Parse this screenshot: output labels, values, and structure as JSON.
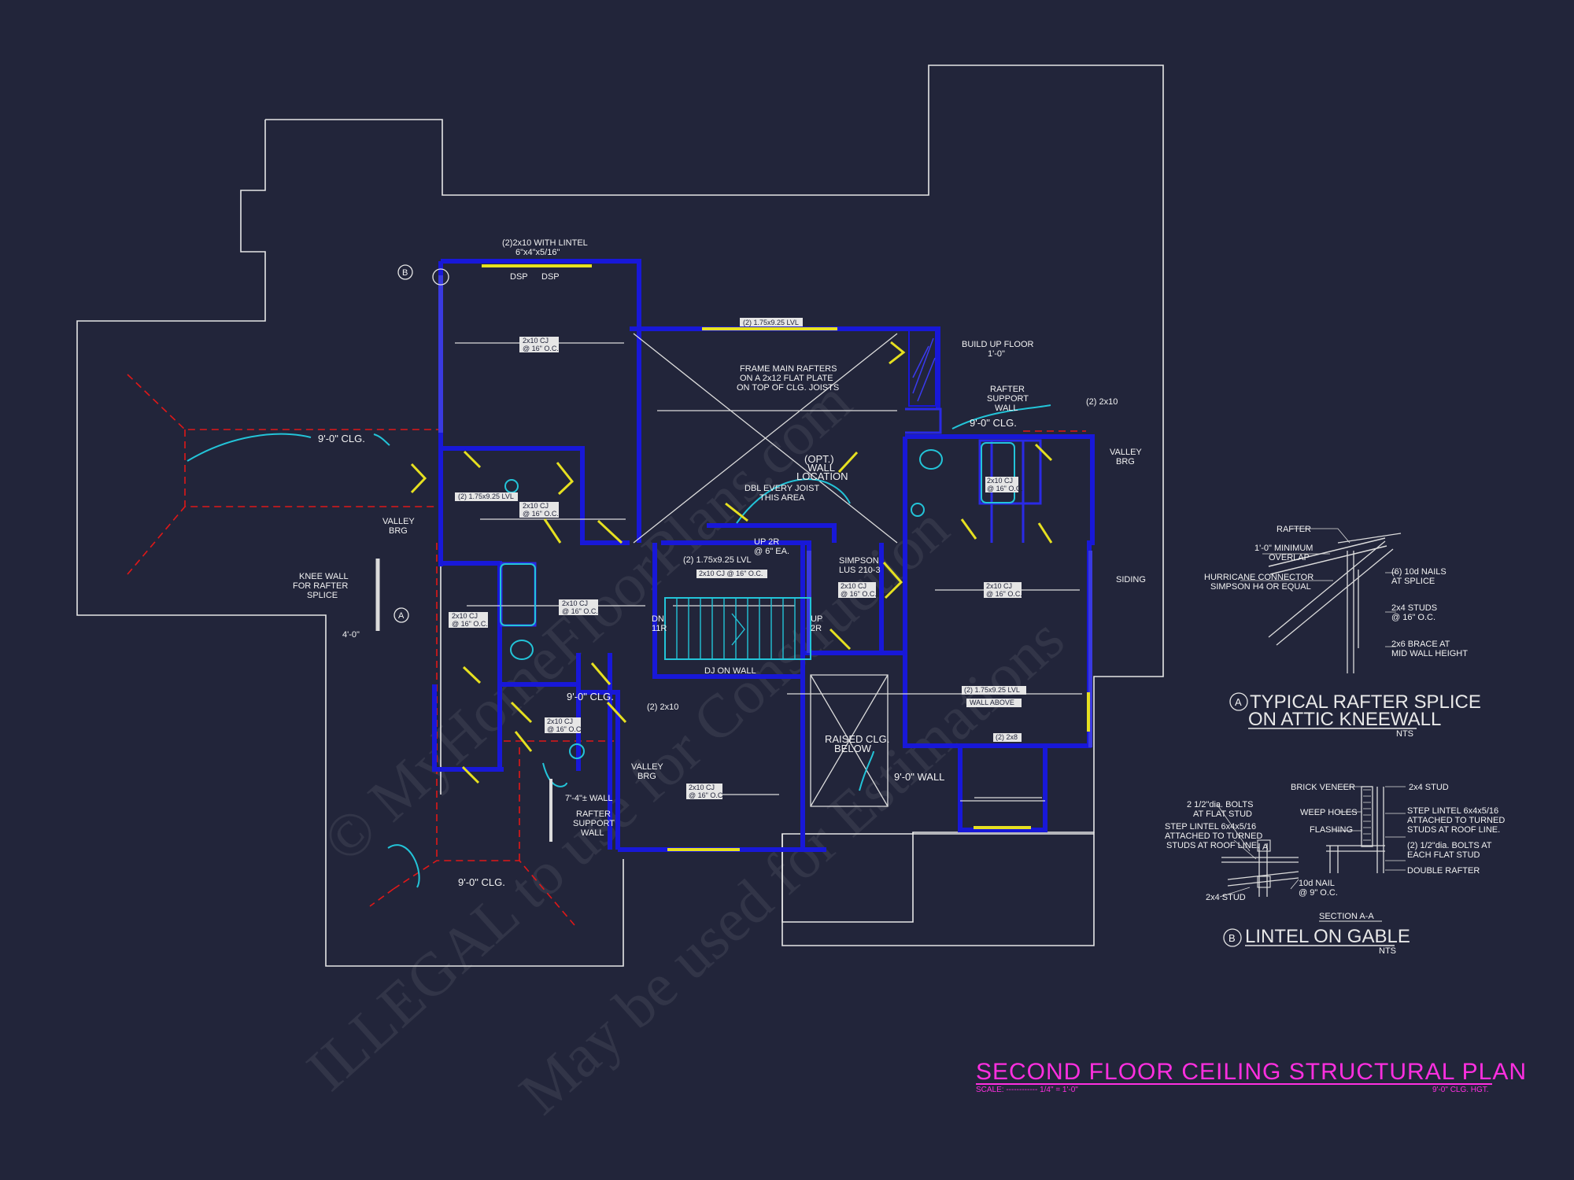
{
  "watermark": {
    "line1": "© MyHomeFloorPlans.com",
    "line2": "ILLEGAL to use for Construction",
    "line3": "May be used for Estimations"
  },
  "plan_title": {
    "title": "SECOND FLOOR CEILING STRUCTURAL PLAN",
    "scale_label": "SCALE: ------------ 1/4\" = 1'-0\"",
    "height_label": "9'-0\" CLG. HGT."
  },
  "callouts": {
    "lintel_top": [
      "(2)2x10 WITH LINTEL",
      "6\"x4\"x5/16\""
    ],
    "dsp1": "DSP",
    "dsp2": "DSP",
    "marker_b": "B",
    "marker_a": "A",
    "cj_top": [
      "2x10 CJ",
      "@ 16\" O.C."
    ],
    "lvl_top": "(2) 1.75x9.25 LVL",
    "frame_rafters": [
      "FRAME MAIN RAFTERS",
      "ON A 2x12 FLAT PLATE",
      "ON TOP OF CLG. JOISTS"
    ],
    "build_up": [
      "BUILD UP FLOOR",
      "1'-0\""
    ],
    "rafter_support_r": [
      "RAFTER",
      "SUPPORT",
      "WALL"
    ],
    "two_2x10_r": "(2) 2x10",
    "clg_9_r": "9'-0\" CLG.",
    "valley_brg_r": [
      "VALLEY",
      "BRG"
    ],
    "cj_right_upper": [
      "2x10 CJ",
      "@ 16\" O.C."
    ],
    "opt_wall": [
      "(OPT.)",
      "WALL",
      "LOCATION"
    ],
    "dbl_joist": [
      "DBL EVERY JOIST",
      "THIS AREA"
    ],
    "up_2r": [
      "UP 2R",
      "@ 6\" EA."
    ],
    "clg_9_left": "9'-0\" CLG.",
    "valley_brg_l": [
      "VALLEY",
      "BRG"
    ],
    "lvl_left": "(2) 1.75x9.25 LVL",
    "cj_left_a": [
      "2x10 CJ",
      "@ 16\" O.C."
    ],
    "knee_wall": [
      "KNEE WALL",
      "FOR RAFTER",
      "SPLICE"
    ],
    "dim_4": "4'-0\"",
    "cj_left_b": [
      "2x10 CJ",
      "@ 16\" O.C."
    ],
    "cj_left_c": [
      "2x10 CJ",
      "@ 16\" O.C."
    ],
    "lvl_stair": "(2) 1.75x9.25 LVL",
    "cj_stair": "2x10 CJ @ 16\" O.C.",
    "simpson": [
      "SIMPSON",
      "LUS 210-3"
    ],
    "cj_mid_r": [
      "2x10 CJ",
      "@ 16\" O.C."
    ],
    "siding": "SIDING",
    "cj_right_b": [
      "2x10 CJ",
      "@ 16\" O.C."
    ],
    "dn_1": "DN",
    "dn_1b": "11R",
    "up_stair": "UP",
    "up_stair_b": "2R",
    "dj_on_wall": "DJ ON WALL",
    "clg_9_mid": "9'-0\" CLG.",
    "two_2x10_mid": "(2) 2x10",
    "cj_mid_small": [
      "2x10 CJ",
      "@ 16\" O.C."
    ],
    "valley_brg_mid": [
      "VALLEY",
      "BRG"
    ],
    "wall_7_4": "7'-4\"± WALL",
    "rafter_support_l": [
      "RAFTER",
      "SUPPORT",
      "WALL"
    ],
    "raised_clg": [
      "RAISED CLG.",
      "BELOW"
    ],
    "cj_bottom": [
      "2x10 CJ",
      "@ 16\" O.C."
    ],
    "wall_9": "9'-0\" WALL",
    "lvl_right": "(2) 1.75x9.25 LVL",
    "wall_above": "WALL ABOVE",
    "two_2x8": "(2) 2x8",
    "clg_9_bottom": "9'-0\" CLG."
  },
  "detail_a": {
    "rafter": "RAFTER",
    "overlap": [
      "1'-0\" MINIMUM",
      "OVERLAP"
    ],
    "hurricane": [
      "HURRICANE CONNECTOR",
      "SIMPSON H4 OR EQUAL"
    ],
    "nails": [
      "(6) 10d NAILS",
      "AT SPLICE"
    ],
    "studs": [
      "2x4 STUDS",
      "@ 16\" O.C."
    ],
    "brace": [
      "2x6 BRACE AT",
      "MID WALL HEIGHT"
    ],
    "marker": "A",
    "title1": "TYPICAL RAFTER SPLICE",
    "title2": "ON ATTIC KNEEWALL",
    "nts": "NTS"
  },
  "detail_b": {
    "brick": "BRICK VENEER",
    "weep": "WEEP HOLES",
    "flashing": "FLASHING",
    "stud_top": "2x4 STUD",
    "step_lintel_r": [
      "STEP LINTEL 6x4x5/16",
      "ATTACHED TO TURNED",
      "STUDS AT ROOF LINE."
    ],
    "bolts_r": [
      "(2) 1/2\"dia. BOLTS AT",
      "EACH FLAT STUD"
    ],
    "double_rafter": "DOUBLE RAFTER",
    "bolts_l": [
      "2 1/2\"dia. BOLTS",
      "AT FLAT STUD"
    ],
    "step_lintel_l": [
      "STEP LINTEL 6x4x5/16",
      "ATTACHED TO TURNED",
      "STUDS AT ROOF LINE."
    ],
    "stud_bottom": "2x4 STUD",
    "nail": [
      "10d NAIL",
      "@ 9\" O.C."
    ],
    "section_a": "A",
    "section_label": "SECTION A-A",
    "marker": "B",
    "title": "LINTEL ON GABLE",
    "nts": "NTS"
  },
  "colors": {
    "background": "#22253a",
    "outline": "#e6e6e6",
    "wall": "#1818d8",
    "dashed_red": "#e01818",
    "cyan": "#23c4d8",
    "yellow": "#e6e020",
    "title": "#ff2fe0"
  }
}
